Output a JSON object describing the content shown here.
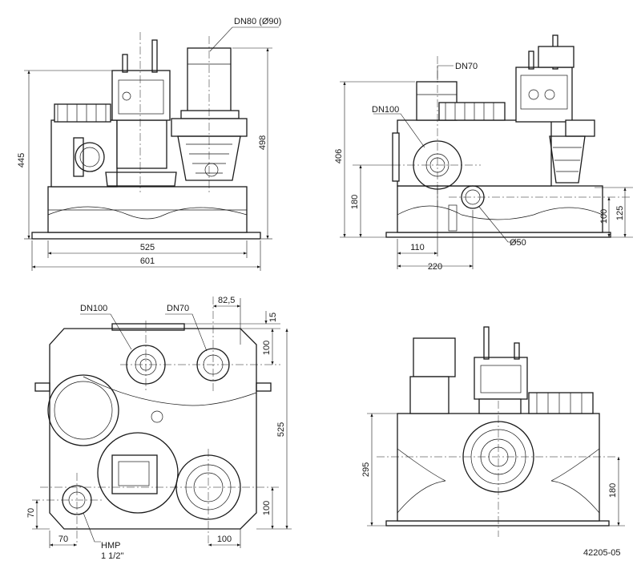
{
  "front_view": {
    "label_outlet": "DN80 (Ø90)",
    "dim_height_total": "445",
    "dim_height_outlet": "498",
    "dim_width_inner": "525",
    "dim_width_outer": "601"
  },
  "side_view": {
    "label_dn70": "DN70",
    "label_dn100": "DN100",
    "dim_height": "406",
    "dim_inlet_height": "180",
    "dim_pipe_height_1": "100",
    "dim_pipe_height_2": "125",
    "dim_offset_1": "110",
    "dim_offset_2": "220",
    "label_diameter": "Ø50"
  },
  "top_view": {
    "label_dn100": "DN100",
    "label_dn70": "DN70",
    "dim_spacing": "82,5",
    "dim_offset": "15",
    "dim_depth_top": "100",
    "dim_length": "525",
    "dim_depth_bottom": "100",
    "dim_left_offset": "70",
    "dim_bottom_left": "70",
    "dim_bottom_right": "100",
    "label_hmp": "HMP",
    "label_hmp_size": "1 1/2\""
  },
  "rear_view": {
    "dim_height": "295",
    "dim_inlet": "180"
  },
  "drawing_number": "42205-05"
}
